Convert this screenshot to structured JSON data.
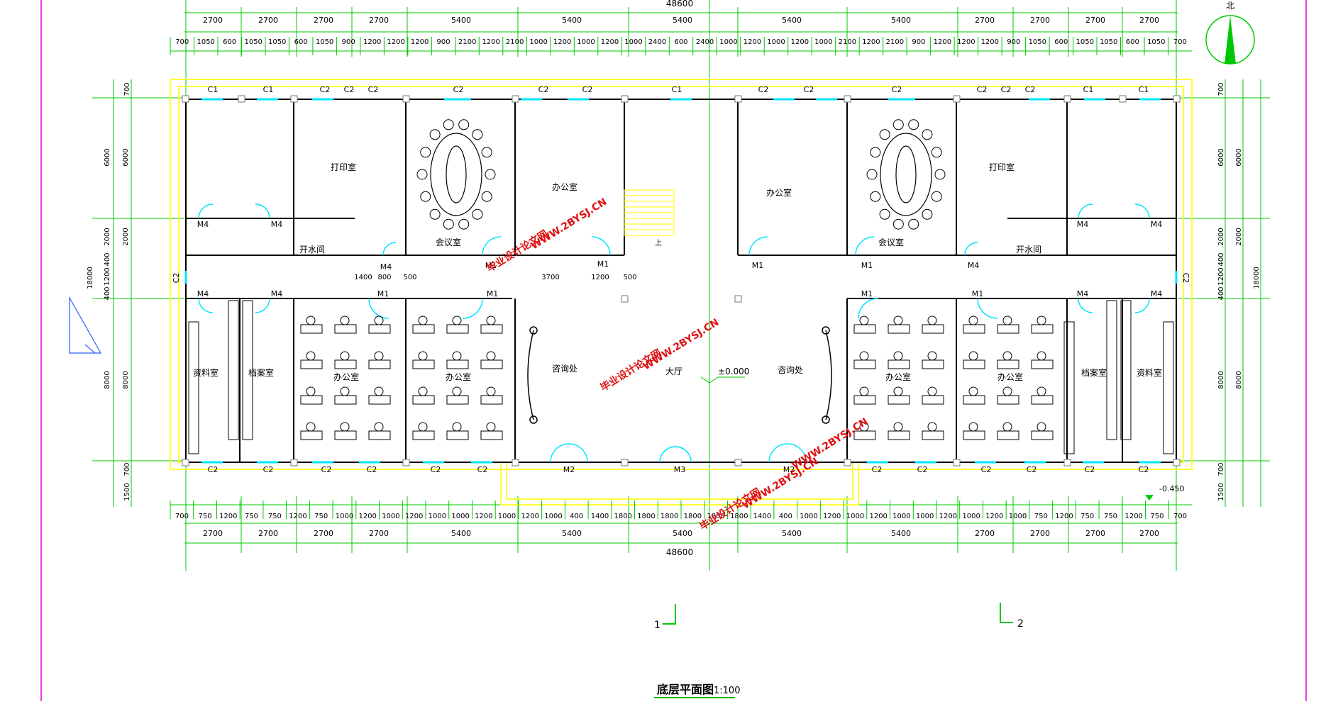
{
  "drawing": {
    "title": "底层平面图",
    "scale": "1:100",
    "north_label": "北",
    "elevation_hall": "±0.000",
    "elevation_outside": "-0.450",
    "section_markers": [
      "1",
      "2"
    ],
    "hall_label": "大厅",
    "stair_label": "上"
  },
  "dimensions": {
    "overall": "48600",
    "top_row1": [
      "2700",
      "2700",
      "2700",
      "2700",
      "5400",
      "5400",
      "5400",
      "5400",
      "5400",
      "2700",
      "2700",
      "2700",
      "2700"
    ],
    "top_row2": [
      "700",
      "1050",
      "600",
      "1050",
      "1050",
      "600",
      "1050",
      "900",
      "1200",
      "1200",
      "1200",
      "900",
      "2100",
      "1200",
      "2100",
      "1000",
      "1200",
      "1000",
      "1200",
      "1000",
      "2400",
      "600",
      "2400",
      "1000",
      "1200",
      "1000",
      "1200",
      "1000",
      "2100",
      "1200",
      "2100",
      "900",
      "1200",
      "1200",
      "1200",
      "900",
      "1050",
      "600",
      "1050",
      "1050",
      "600",
      "1050",
      "700"
    ],
    "bottom_row1": [
      "700",
      "750",
      "1200",
      "750",
      "750",
      "1200",
      "750",
      "1000",
      "1200",
      "1000",
      "1200",
      "1000",
      "1000",
      "1200",
      "1000",
      "1200",
      "1000",
      "400",
      "1400",
      "1800",
      "1800",
      "1800",
      "1800",
      "1800",
      "1800",
      "1400",
      "400",
      "1000",
      "1200",
      "1000",
      "1200",
      "1000",
      "1000",
      "1200",
      "1000",
      "1200",
      "1000",
      "750",
      "1200",
      "750",
      "750",
      "1200",
      "750",
      "700"
    ],
    "bottom_row2": [
      "2700",
      "2700",
      "2700",
      "2700",
      "5400",
      "5400",
      "5400",
      "5400",
      "5400",
      "2700",
      "2700",
      "2700",
      "2700"
    ],
    "left_vertical": [
      "700",
      "6000",
      "2000",
      "400",
      "1200",
      "400",
      "8000",
      "700",
      "1500"
    ],
    "left_total": "18000",
    "right_vertical": [
      "700",
      "6000",
      "2000",
      "400",
      "1200",
      "400",
      "8000",
      "700",
      "1500"
    ],
    "right_total": "18000",
    "corridor_dims": [
      "1400",
      "800",
      "500",
      "3700",
      "1200",
      "500"
    ]
  },
  "rooms": {
    "print_room": "打印室",
    "water_room": "开水间",
    "meeting_room": "会议室",
    "office": "办公室",
    "data_room": "资料室",
    "archive_room": "档案室",
    "consult": "咨询处"
  },
  "openings": {
    "window_c1": "C1",
    "window_c2": "C2",
    "door_m1": "M1",
    "door_m2": "M2",
    "door_m3": "M3",
    "door_m4": "M4"
  },
  "watermark": {
    "cn": "毕业设计论文网",
    "url": "WWW.2BYSJ.CN"
  },
  "colors": {
    "dimension_line": "#00c800",
    "wall": "#000000",
    "outer_line": "#ffff33",
    "window": "#00e5ff",
    "border": "#e000e0",
    "watermark": "#e01010",
    "title_underline": "#00b000"
  }
}
